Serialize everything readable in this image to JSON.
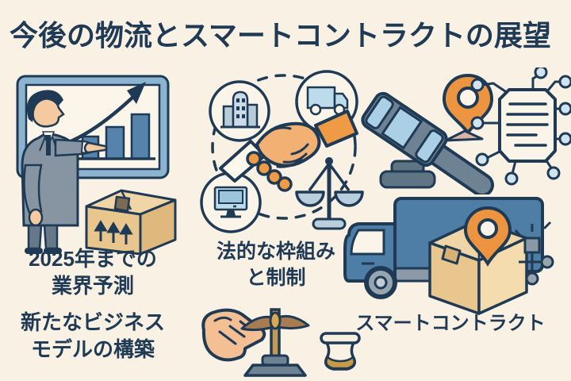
{
  "title": "今後の物流とスマートコントラクトの展望",
  "captions": {
    "industry_forecast": {
      "line1": "2025年までの",
      "line2": "業界予測"
    },
    "business_model": {
      "line1": "新たなビジネス",
      "line2": "モデルの構築"
    },
    "legal_framework": {
      "line1": "法的な枠組み",
      "line2": "と制制"
    },
    "smart_contract": {
      "line": "スマートコントラクト"
    }
  },
  "icons": [
    "presenter-whiteboard-chart-icon",
    "growth-arrow-icon",
    "package-box-icon",
    "partnership-handshake-icon",
    "building-icon",
    "small-truck-icon",
    "computer-monitor-icon",
    "justice-scales-icon",
    "gavel-icon",
    "location-pin-icon",
    "smart-contract-document-icon",
    "network-nodes-icon",
    "delivery-truck-icon",
    "delivery-package-icon",
    "hand-balance-scale-icon"
  ],
  "colors": {
    "background": "#faf1e5",
    "ink": "#1f3a54",
    "steel_blue": "#4e7ea6",
    "bar_blue": "#5583ab",
    "light_blue": "#bcdcec",
    "frame_blue": "#8cb3cf",
    "orange": "#ed9440",
    "tan_box": "#eac68f",
    "skin": "#f6caa0",
    "suit_gray": "#8795a2",
    "gavel_gray": "#6d8292"
  }
}
